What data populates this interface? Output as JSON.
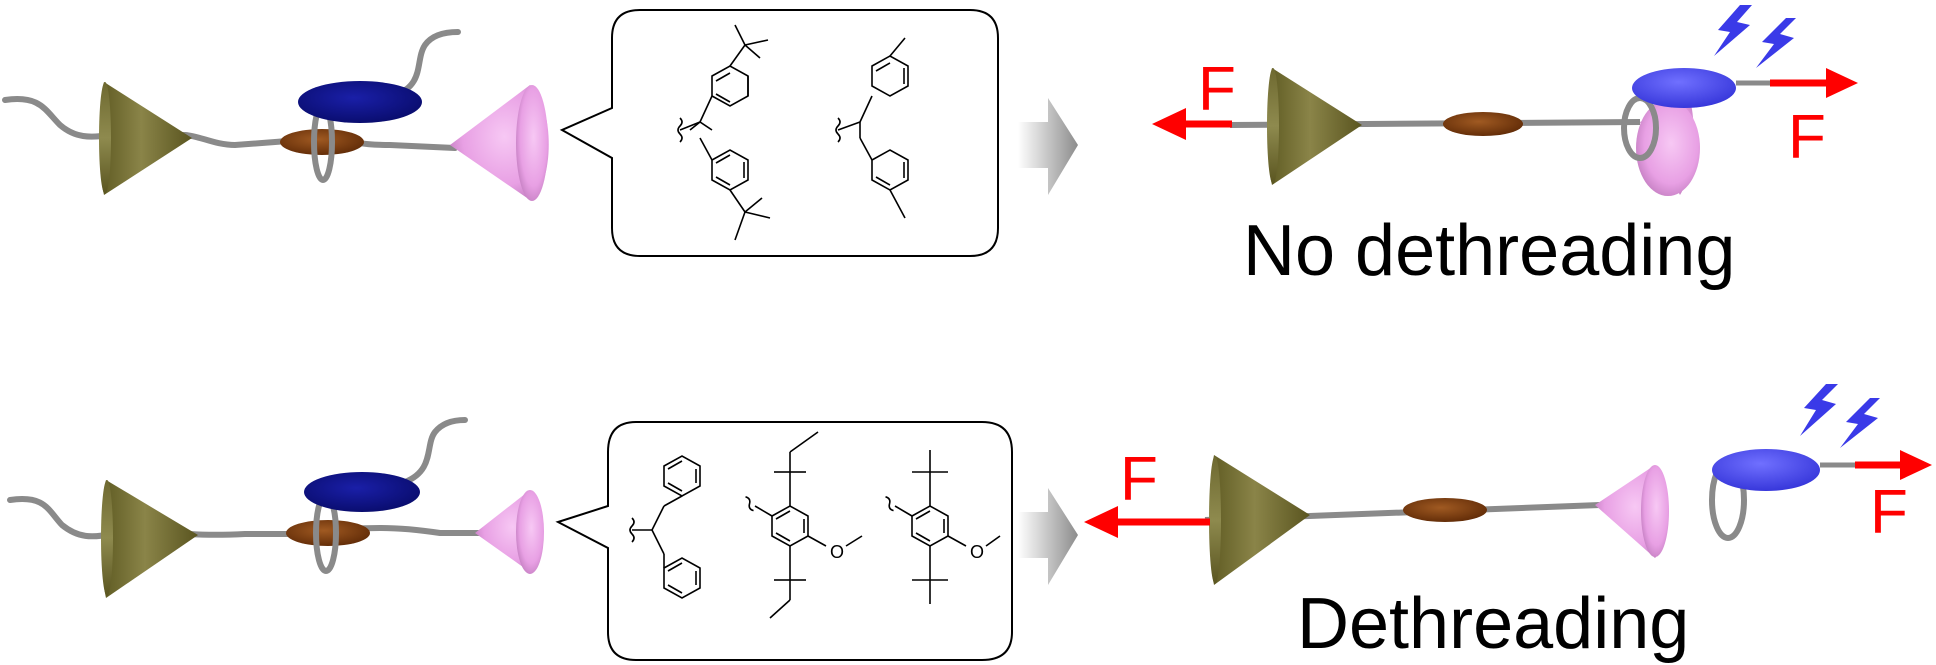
{
  "colors": {
    "stopper_large": "#7f7a3c",
    "stopper_small": "#e9a6e6",
    "station": "#7a3608",
    "macrocycle": "#0b0f86",
    "macrocycle_bright": "#4a4ae6",
    "axle": "#8a8a8a",
    "force": "#ff0000",
    "lightning": "#3a3ae8",
    "flow_arrow": "#9a9a9a"
  },
  "rows": [
    {
      "id": "top",
      "outcome_label": "No dethreading",
      "force_label_left": "F",
      "force_label_right": "F",
      "structures": "trityl-type stoppers: bis(4-tert-butylphenyl)methyl and bis(4-methylphenyl)methyl"
    },
    {
      "id": "bottom",
      "outcome_label": "Dethreading",
      "force_label_left": "F",
      "force_label_right": "F",
      "structures": "diphenylmethyl, 2,5-di-tert-pentyl-4-methoxyphenyl and 2,5-di-tert-butyl-4-methoxyphenyl"
    }
  ]
}
